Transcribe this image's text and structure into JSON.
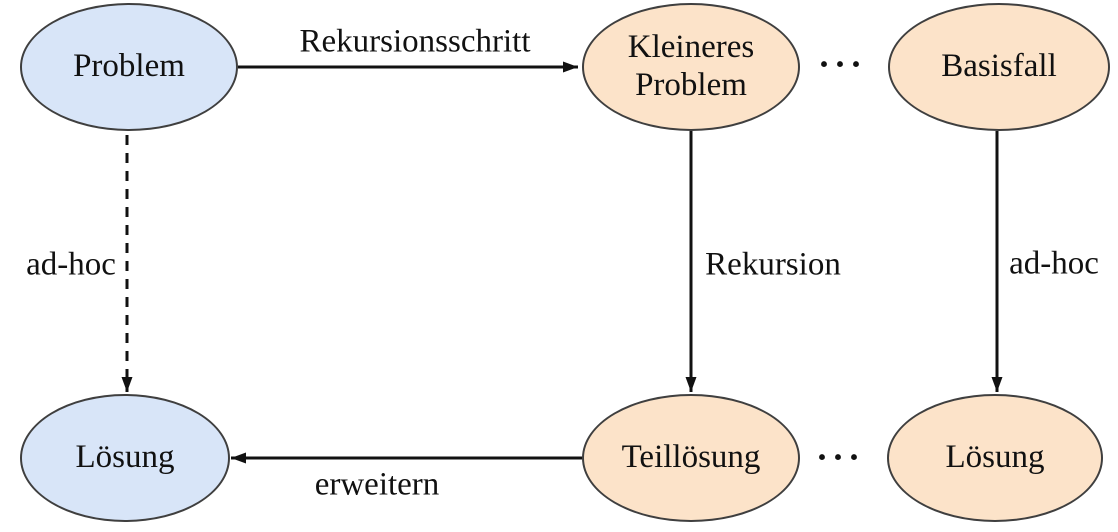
{
  "diagram": {
    "nodes": {
      "problem": {
        "label": "Problem",
        "fill": "#d8e5f8"
      },
      "kleineres_problem": {
        "label": "Kleineres Problem",
        "fill": "#fce3c9"
      },
      "basisfall": {
        "label": "Basisfall",
        "fill": "#fce3c9"
      },
      "loesung_left": {
        "label": "Lösung",
        "fill": "#d8e5f8"
      },
      "teilloesung": {
        "label": "Teillösung",
        "fill": "#fce3c9"
      },
      "loesung_right": {
        "label": "Lösung",
        "fill": "#fce3c9"
      }
    },
    "edges": {
      "rekursionsschritt": {
        "label": "Rekursionsschritt",
        "style": "solid",
        "direction": "right"
      },
      "ad_hoc_left": {
        "label": "ad-hoc",
        "style": "dashed",
        "direction": "down"
      },
      "rekursion": {
        "label": "Rekursion",
        "style": "solid",
        "direction": "down"
      },
      "ad_hoc_right": {
        "label": "ad-hoc",
        "style": "solid",
        "direction": "down"
      },
      "erweitern": {
        "label": "erweitern",
        "style": "solid",
        "direction": "left"
      }
    },
    "ellipsis": {
      "top": "···",
      "bottom": "···"
    },
    "colors": {
      "node_blue": "#d8e5f8",
      "node_orange": "#fce3c9",
      "node_border": "#3f3f3f",
      "arrow": "#111111",
      "text": "#111111",
      "background": "#ffffff"
    }
  }
}
